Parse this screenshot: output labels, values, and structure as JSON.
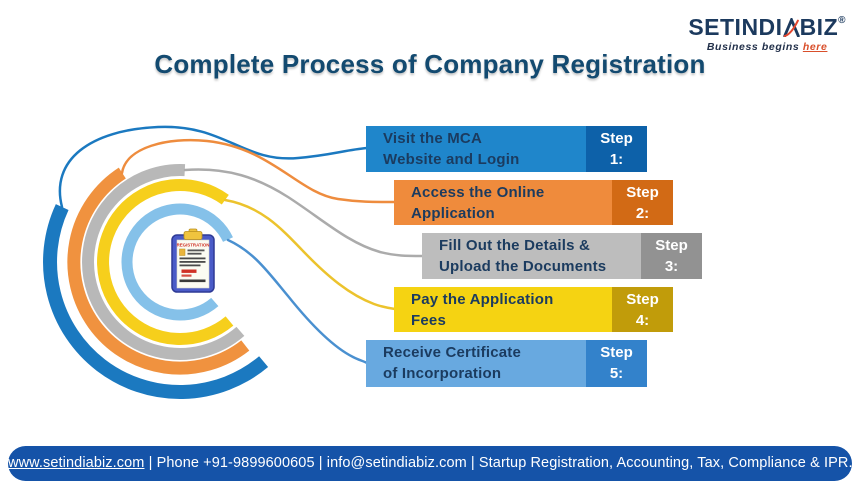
{
  "logo": {
    "word_left": "SETINDI",
    "word_right": "BIZ",
    "registered_mark": "®",
    "tagline_prefix": "Business begins ",
    "tagline_highlight": "here"
  },
  "title": "Complete Process of Company Registration",
  "steps": [
    {
      "line1": "Visit the MCA",
      "line2": "Website and Login",
      "step_word": "Step",
      "step_num": "1:",
      "main_color": "#1f86cb",
      "dark_color": "#0d61a9",
      "arc_color": "#1b79c0",
      "connector_color": "#1b79c0"
    },
    {
      "line1": "Access the Online",
      "line2": "Application",
      "step_word": "Step",
      "step_num": "2:",
      "main_color": "#ef8b3c",
      "dark_color": "#d26a15",
      "arc_color": "#f0923f",
      "connector_color": "#ee8c3e"
    },
    {
      "line1": "Fill Out the Details &",
      "line2": "Upload the Documents",
      "step_word": "Step",
      "step_num": "3:",
      "main_color": "#bdbdbd",
      "dark_color": "#929292",
      "arc_color": "#b8b8b8",
      "connector_color": "#ababab"
    },
    {
      "line1": "Pay the Application",
      "line2": "Fees",
      "step_word": "Step",
      "step_num": "4:",
      "main_color": "#f5d312",
      "dark_color": "#c19c0a",
      "arc_color": "#f6cf1c",
      "connector_color": "#ecc32d"
    },
    {
      "line1": "Receive Certificate",
      "line2": "of Incorporation",
      "step_word": "Step",
      "step_num": "5:",
      "main_color": "#68a9e0",
      "dark_color": "#3382cb",
      "arc_color": "#85c1e9",
      "connector_color": "#4a90d0"
    }
  ],
  "center_icon": {
    "document_title": "REGISTRATION"
  },
  "footer": {
    "website": "www.setindiabiz.com",
    "rest": " | Phone +91-9899600605 | info@setindiabiz.com | Startup Registration, Accounting, Tax, Compliance & IPR."
  },
  "colors": {
    "title": "#134a70",
    "bar_text": "#1b3b5f",
    "footer_bg": "#1553a8",
    "logo_navy": "#1c3a5e",
    "logo_accent": "#e2462e"
  }
}
